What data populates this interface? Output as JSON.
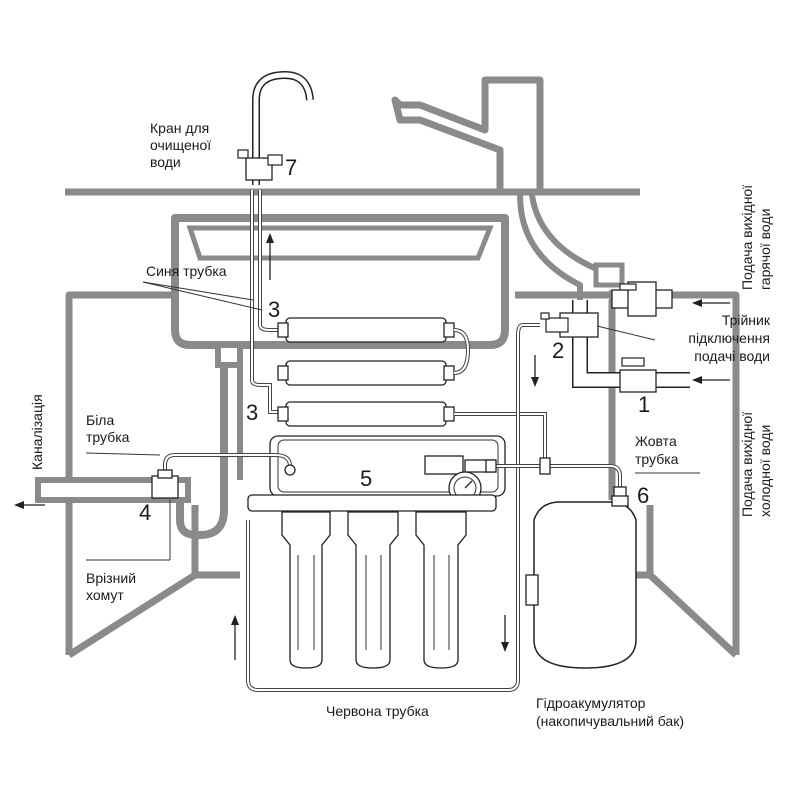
{
  "labels": {
    "faucet_purified": [
      "Кран для",
      "очищеної",
      "води"
    ],
    "blue_tube": "Синя трубка",
    "white_tube": [
      "Біла",
      "трубка"
    ],
    "drain_clamp": [
      "Врізний",
      "хомут"
    ],
    "sewer": "Каналізація",
    "red_tube": "Червона трубка",
    "accumulator": [
      "Гідроакумулятор",
      "(накопичувальний бак)"
    ],
    "yellow_tube": [
      "Жовта",
      "трубка"
    ],
    "tee": [
      "Трійник",
      "підключення",
      "подачі води"
    ],
    "hot_supply": [
      "Подача вихідної",
      "гарячої води"
    ],
    "cold_supply": [
      "Подача  вихідної",
      "холодної води"
    ]
  },
  "numbers": {
    "n1": "1",
    "n2": "2",
    "n3a": "3",
    "n3b": "3",
    "n4": "4",
    "n5": "5",
    "n6": "6",
    "n7": "7"
  }
}
